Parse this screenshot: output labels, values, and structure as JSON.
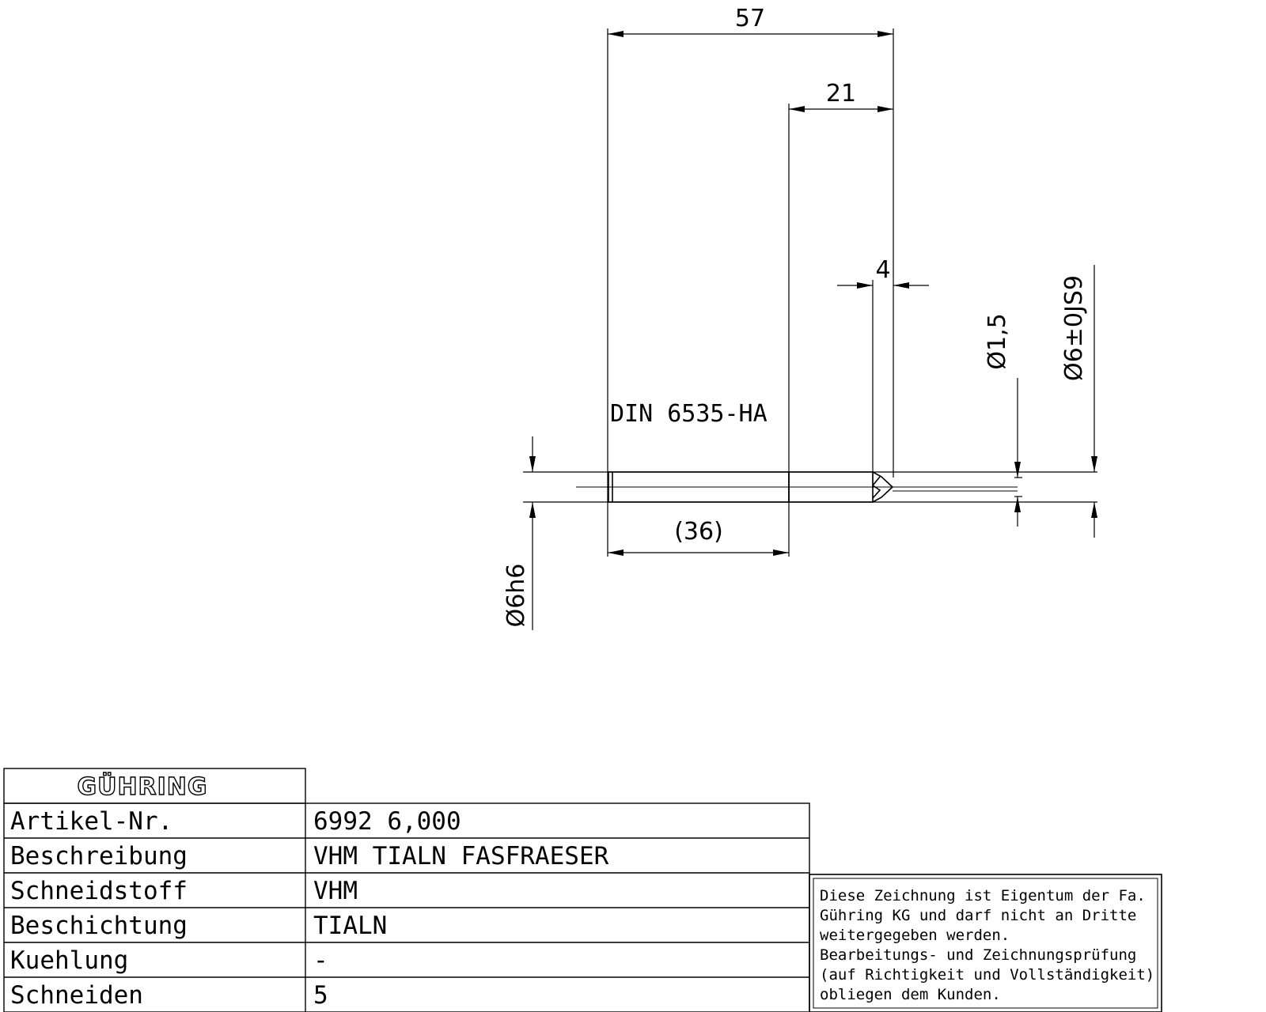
{
  "drawing": {
    "dimensions": {
      "total_length": "57",
      "head_length": "21",
      "tip_length": "4",
      "shank_length": "(36)",
      "tip_diameter": "Ø1,5",
      "head_diameter": "Ø6±0JS9",
      "shank_diameter": "Ø6h6"
    },
    "shank_standard": "DIN 6535-HA"
  },
  "title_block": {
    "logo": "GÜHRING",
    "rows": [
      {
        "label": "Artikel-Nr.",
        "value": "6992 6,000"
      },
      {
        "label": "Beschreibung",
        "value": "VHM TIALN FASFRAESER"
      },
      {
        "label": "Schneidstoff",
        "value": "VHM"
      },
      {
        "label": "Beschichtung",
        "value": "TIALN"
      },
      {
        "label": "Kuehlung",
        "value": "-"
      },
      {
        "label": "Schneiden",
        "value": "5"
      }
    ]
  },
  "disclaimer": [
    "Diese Zeichnung ist Eigentum der Fa.",
    "Gühring KG und darf nicht an Dritte",
    "weitergegeben werden.",
    "Bearbeitungs- und Zeichnungsprüfung",
    "(auf Richtigkeit und Vollständigkeit)",
    "obliegen dem Kunden."
  ]
}
